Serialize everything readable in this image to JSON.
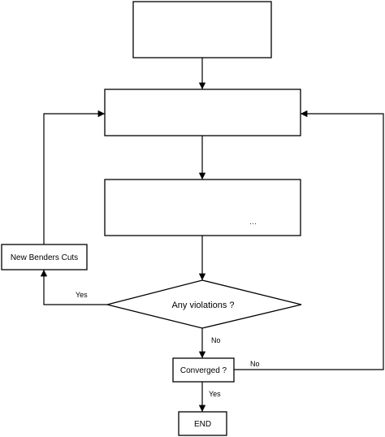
{
  "diagram": {
    "nodes": {
      "top_box": {
        "text": ""
      },
      "master_box": {
        "text": ""
      },
      "sub_box": {
        "text": "…"
      },
      "benders_box": {
        "text": "New Benders Cuts"
      },
      "violations_decision": {
        "text": "Any violations ?"
      },
      "converged_box": {
        "text": "Converged ?"
      },
      "end_box": {
        "text": "END"
      }
    },
    "edges": {
      "violations_yes": "Yes",
      "violations_no": "No",
      "converged_no": "No",
      "converged_yes": "Yes"
    }
  }
}
